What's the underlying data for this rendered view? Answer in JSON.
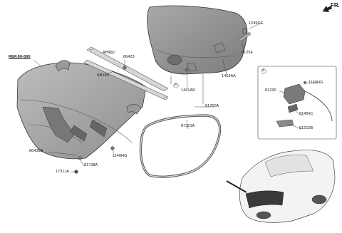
{
  "diagram": {
    "orientation_label": "FR.",
    "reference_label": "REF.60-690",
    "detail_marker": "a",
    "parts": [
      {
        "id": "p_1249GE",
        "number": "1249GE"
      },
      {
        "id": "p_81254",
        "number": "81254"
      },
      {
        "id": "p_1463AA",
        "number": "1463AA"
      },
      {
        "id": "p_1491AD",
        "number": "1491AD"
      },
      {
        "id": "p_81750A",
        "number": "81750A"
      },
      {
        "id": "p_86423",
        "number": "86423"
      },
      {
        "id": "p_AB150",
        "number": "AB150"
      },
      {
        "id": "p_AB160",
        "number": "AB160"
      },
      {
        "id": "p_86439B",
        "number": "86439B"
      },
      {
        "id": "p_81738A",
        "number": "81738A"
      },
      {
        "id": "p_1731JA",
        "number": "1731JA"
      },
      {
        "id": "p_1140HG_a",
        "number": "1140HG"
      },
      {
        "id": "p_87321A",
        "number": "87321A"
      },
      {
        "id": "p_1140HG_b",
        "number": "1140HG"
      },
      {
        "id": "p_81230",
        "number": "81230"
      },
      {
        "id": "p_81456C",
        "number": "81456C"
      },
      {
        "id": "p_81210B",
        "number": "81210B"
      }
    ]
  }
}
